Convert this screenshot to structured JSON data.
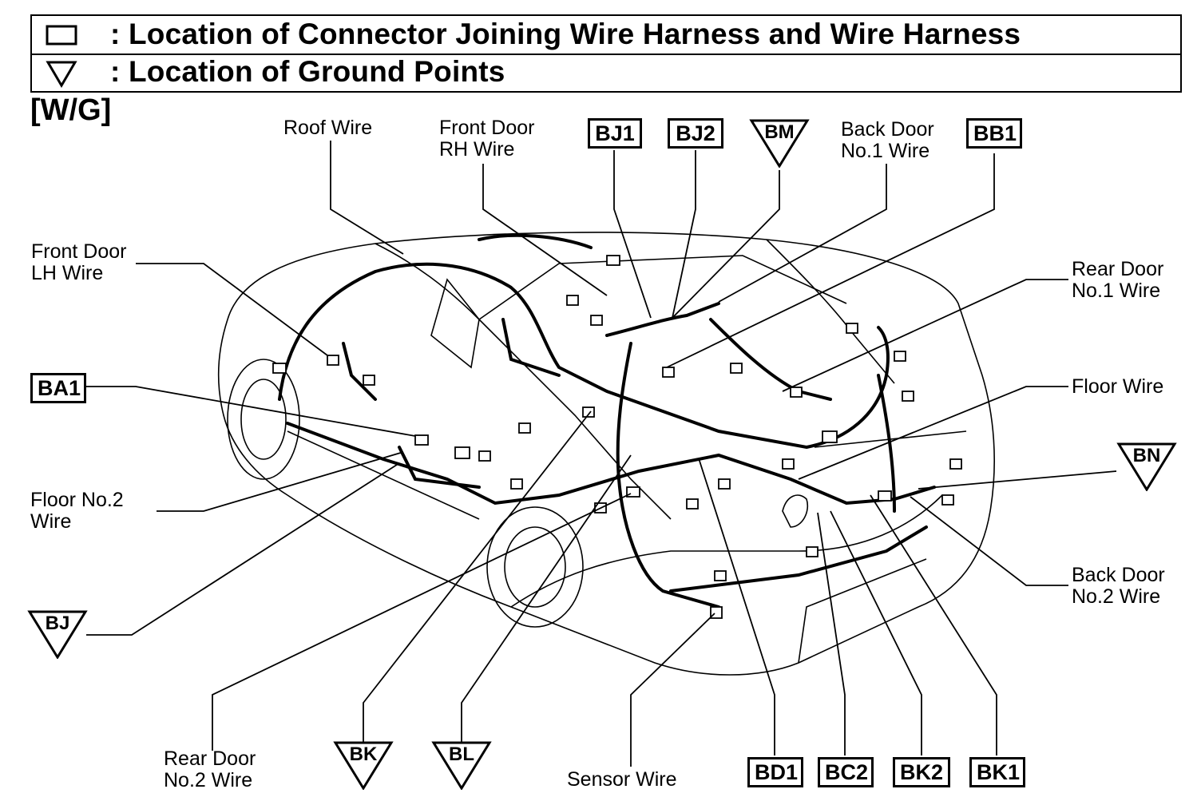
{
  "legend": {
    "connector_text": ": Location of Connector Joining Wire Harness and Wire Harness",
    "ground_text": ": Location of Ground Points",
    "connector_symbol_icon": "rectangle-icon",
    "ground_symbol_icon": "triangle-down-icon"
  },
  "variant_label": "[W/G]",
  "wire_labels": {
    "roof_wire": "Roof Wire",
    "front_door_rh_1": "Front Door",
    "front_door_rh_2": "RH Wire",
    "back_door_no1_1": "Back Door",
    "back_door_no1_2": "No.1 Wire",
    "front_door_lh_1": "Front Door",
    "front_door_lh_2": "LH Wire",
    "rear_door_no1_1": "Rear Door",
    "rear_door_no1_2": "No.1 Wire",
    "floor_wire": "Floor Wire",
    "floor_no2_1": "Floor No.2",
    "floor_no2_2": "Wire",
    "back_door_no2_1": "Back Door",
    "back_door_no2_2": "No.2 Wire",
    "rear_door_no2_1": "Rear Door",
    "rear_door_no2_2": "No.2 Wire",
    "sensor_wire": "Sensor Wire"
  },
  "connectors": {
    "bj1": "BJ1",
    "bj2": "BJ2",
    "bb1": "BB1",
    "ba1": "BA1",
    "bd1": "BD1",
    "bc2": "BC2",
    "bk2": "BK2",
    "bk1": "BK1"
  },
  "grounds": {
    "bm": "BM",
    "bn": "BN",
    "bj": "BJ",
    "bk": "BK",
    "bl": "BL"
  }
}
